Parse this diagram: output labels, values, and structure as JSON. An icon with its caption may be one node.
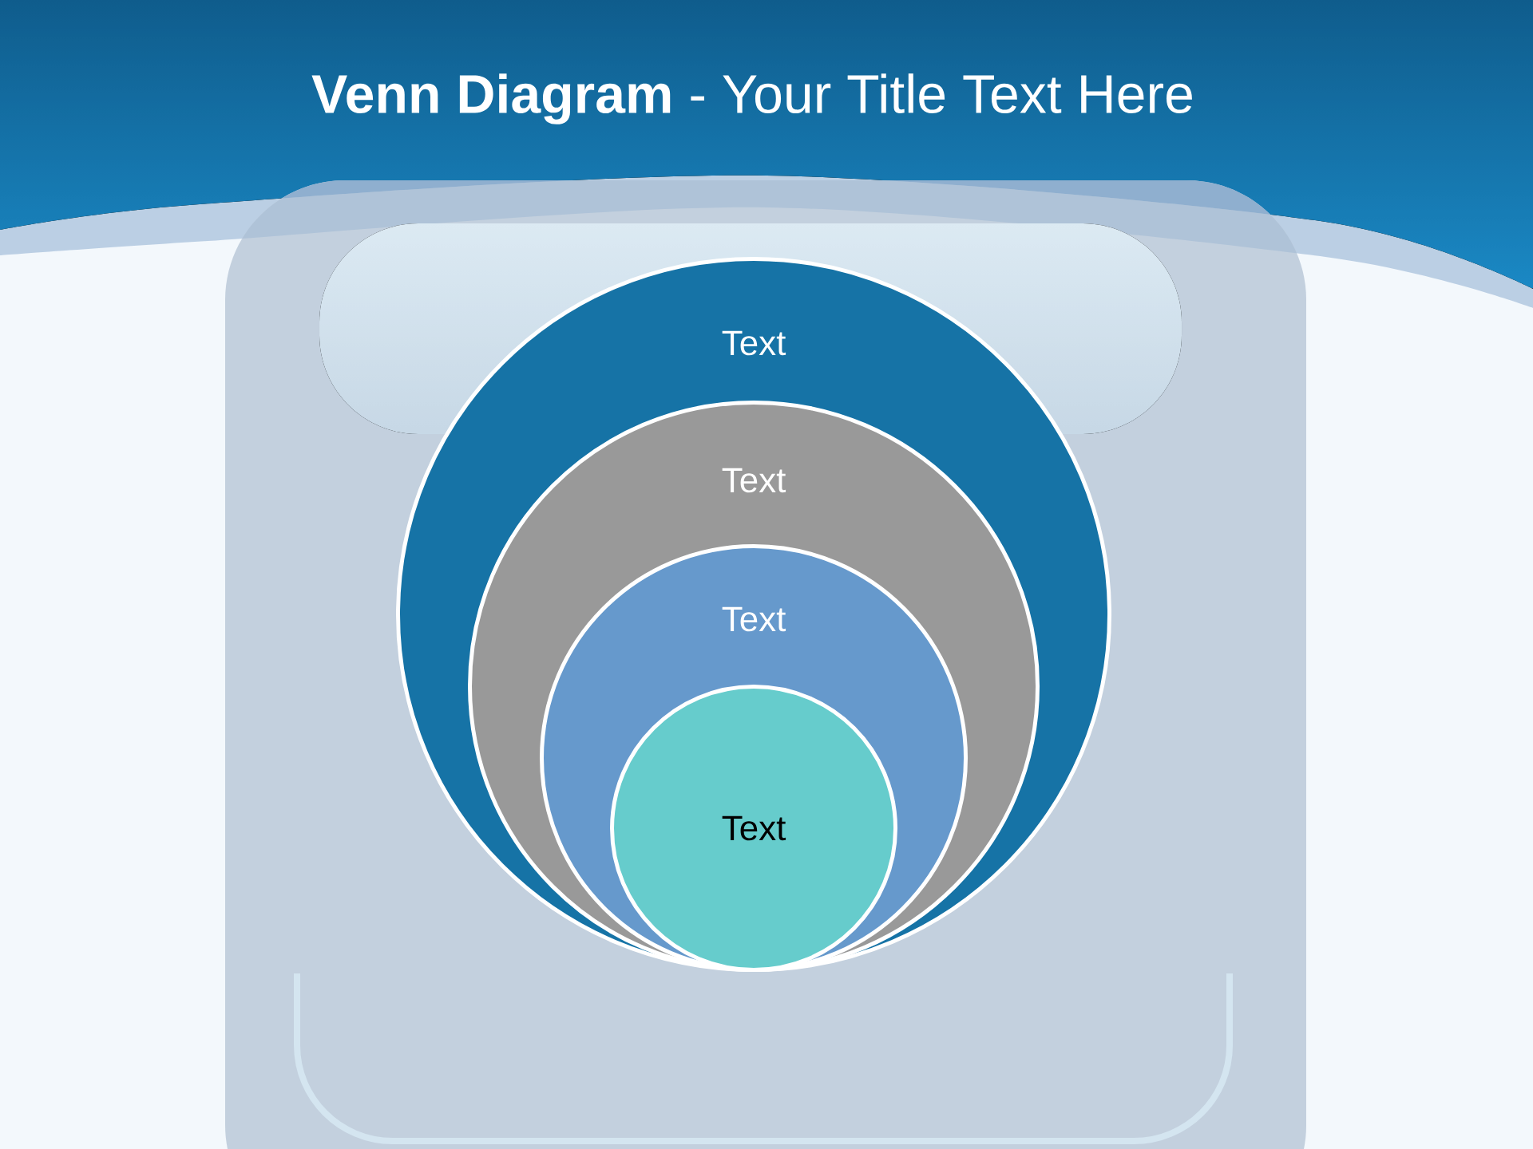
{
  "diagram": {
    "title": "**Venn Diagram** - Your Title Text Here",
    "nodes": [
      {
        "text": [
          "Text"
        ]
      },
      {
        "text": [
          "Text"
        ],
        "in": 0
      },
      {
        "text": [
          "Text"
        ],
        "in": 1
      },
      {
        "text": [
          "Text"
        ],
        "in": 2
      }
    ]
  }
}
